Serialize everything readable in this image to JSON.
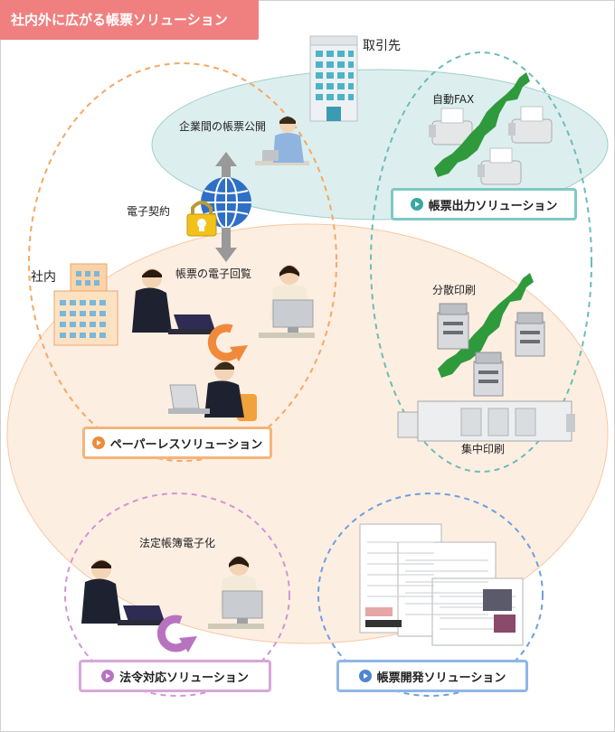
{
  "header": {
    "title": "社内外に広がる帳票ソリューション"
  },
  "labels": {
    "partner": "取引先",
    "inhouse": "社内",
    "b2b_disclosure": "企業間の帳票公開",
    "e_contract": "電子契約",
    "e_circulation": "帳票の電子回覧",
    "auto_fax": "自動FAX",
    "distributed_print": "分散印刷",
    "central_print": "集中印刷",
    "legal_ledger": "法定帳簿電子化"
  },
  "solutions": {
    "output": "帳票出力ソリューション",
    "paperless": "ペーパーレスソリューション",
    "legal": "法令対応ソリューション",
    "development": "帳票開発ソリューション"
  },
  "colors": {
    "header_bg": "#f08080",
    "teal": "#3aa7a3",
    "orange": "#f08a3a",
    "purple": "#b873c0",
    "blue": "#4f86cf",
    "map_green": "#2e9a3c"
  },
  "icons": [
    "office-building-icon",
    "person-at-desk-icon",
    "globe-icon",
    "padlock-icon",
    "fax-machine-icon",
    "japan-map-icon",
    "copier-icon",
    "production-printer-icon",
    "document-sheet-icon",
    "cycle-arrow-icon"
  ]
}
